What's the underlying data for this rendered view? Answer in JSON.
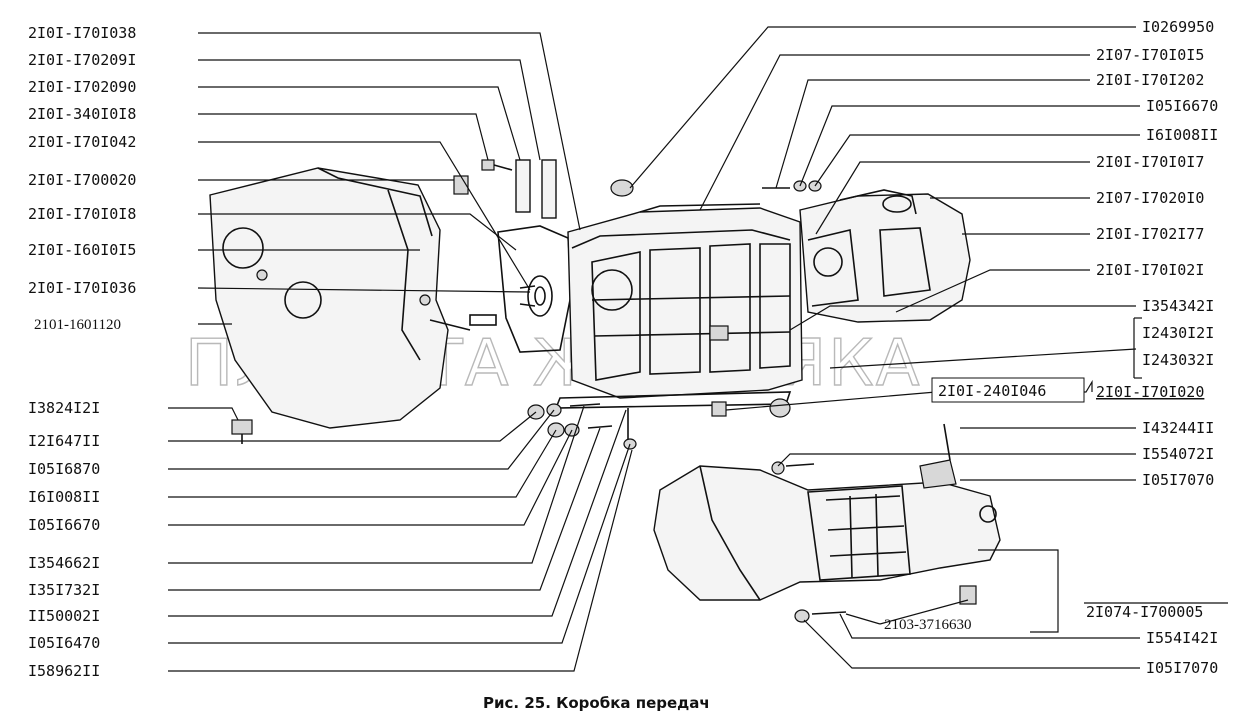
{
  "caption": "Рис. 25. Коробка передач",
  "watermark": "ПЛАНЕТА ЖЕЛЕЗЯКА",
  "labels_left": [
    "2I0I-I70I038",
    "2I0I-I70209I",
    "2I0I-I702090",
    "2I0I-340I0I8",
    "2I0I-I70I042",
    "2I0I-I700020",
    "2I0I-I70I0I8",
    "2I0I-I60I0I5",
    "2I0I-I70I036",
    "2101-1601120",
    "I3824I2I",
    "I2I647II",
    "I05I6870",
    "I6I008II",
    "I05I6670",
    "I354662I",
    "I35I732I",
    "II50002I",
    "I05I6470",
    "I58962II"
  ],
  "labels_right": [
    "I0269950",
    "2I07-I70I0I5",
    "2I0I-I70I202",
    "I05I6670",
    "I6I008II",
    "2I0I-I70I0I7",
    "2I07-I7020I0",
    "2I0I-I702I77",
    "2I0I-I70I02I",
    "I354342I",
    "I2430I2I",
    "I243032I",
    "2I0I-I70I020",
    "I43244II",
    "I554072I",
    "I05I7070",
    "2I074-I700005",
    "I554I42I",
    "I05I7070"
  ],
  "label_center_1": "2I0I-240I046",
  "label_center_2": "2103-3716630"
}
